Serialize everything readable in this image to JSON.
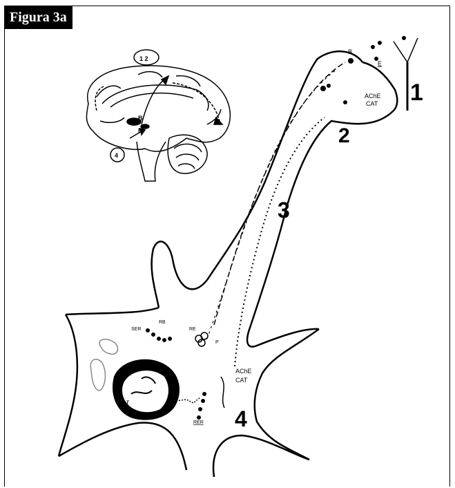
{
  "figure": {
    "label": "Figura 3a"
  },
  "brain_inset": {
    "label_top": "1 2",
    "label_b": "B",
    "label_m": "M",
    "label_4": "4"
  },
  "neuron": {
    "region_1": "1",
    "region_2": "2",
    "region_3": "3",
    "region_4": "4",
    "terminal_b": "B",
    "terminal_e": "E",
    "terminal_enzymes_1": "AChE",
    "terminal_enzymes_2": "CAT",
    "soma_enzymes_1": "AChE",
    "soma_enzymes_2": "CAT",
    "nucleus": "N",
    "rer": "RER",
    "ser": "SER",
    "re": "RE",
    "rb": "RB",
    "p": "P"
  }
}
